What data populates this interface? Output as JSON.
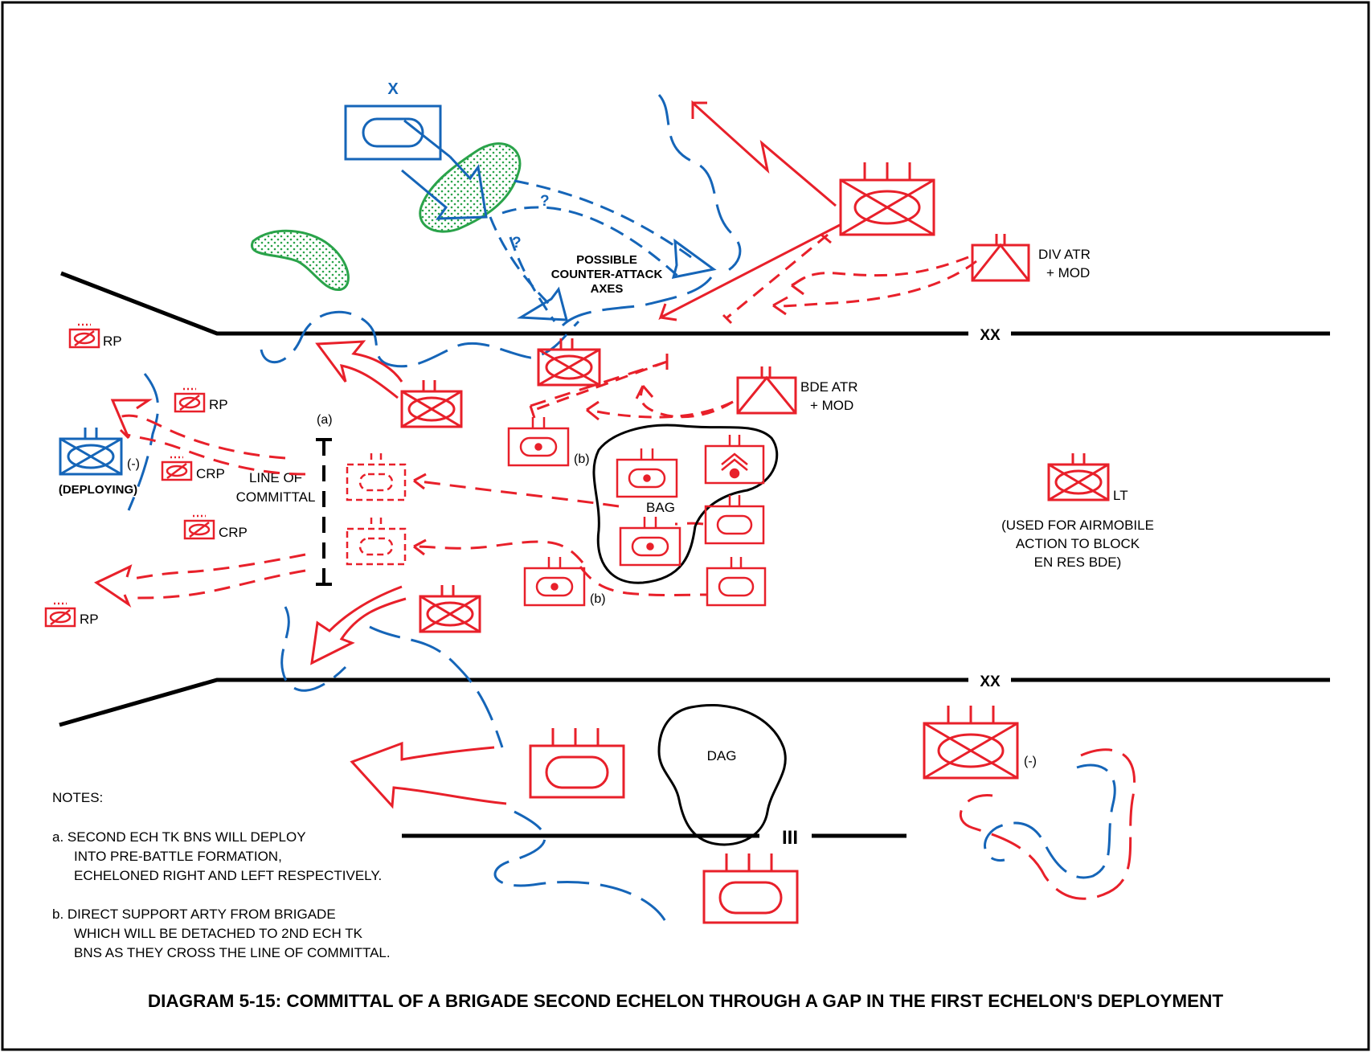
{
  "title": "DIAGRAM 5-15:  COMMITTAL OF A BRIGADE SECOND ECHELON THROUGH A GAP IN THE FIRST ECHELON'S DEPLOYMENT",
  "boundary_label_top": "XX",
  "boundary_label_bottom": "XX",
  "regiment_boundary_label": "III",
  "enemy_brigade_symbol": "X",
  "labels": {
    "possible_axes_1": "POSSIBLE",
    "possible_axes_2": "COUNTER-ATTACK",
    "possible_axes_3": "AXES",
    "question_1": "?",
    "question_2": "?",
    "div_atr_1": "DIV ATR",
    "div_atr_2": "+ MOD",
    "bde_atr_1": "BDE ATR",
    "bde_atr_2": "+ MOD",
    "rp_1": "RP",
    "rp_2": "RP",
    "rp_3": "RP",
    "crp_1": "CRP",
    "crp_2": "CRP",
    "deploying": "(DEPLOYING)",
    "minus_1": "(-)",
    "minus_2": "(-)",
    "note_a_marker": "(a)",
    "note_b_marker_1": "(b)",
    "note_b_marker_2": "(b)",
    "line_of_committal_1": "LINE OF",
    "line_of_committal_2": "COMMITTAL",
    "bag": "BAG",
    "dag": "DAG",
    "lt": "LT",
    "lt_note_1": "(USED FOR AIRMOBILE",
    "lt_note_2": "ACTION TO BLOCK",
    "lt_note_3": "EN RES BDE)"
  },
  "notes": {
    "heading": "NOTES:",
    "a_1": "a.  SECOND ECH TK BNS WILL DEPLOY",
    "a_2": "INTO PRE-BATTLE FORMATION,",
    "a_3": "ECHELONED RIGHT AND LEFT RESPECTIVELY.",
    "b_1": "b.  DIRECT SUPPORT ARTY FROM BRIGADE",
    "b_2": "WHICH WILL BE DETACHED TO 2ND ECH TK",
    "b_3": "BNS AS THEY CROSS THE LINE OF COMMITTAL."
  },
  "colors": {
    "friendly": "#e8202a",
    "enemy": "#1565b8",
    "terrain": "#2aa34a",
    "boundary": "#000000"
  }
}
